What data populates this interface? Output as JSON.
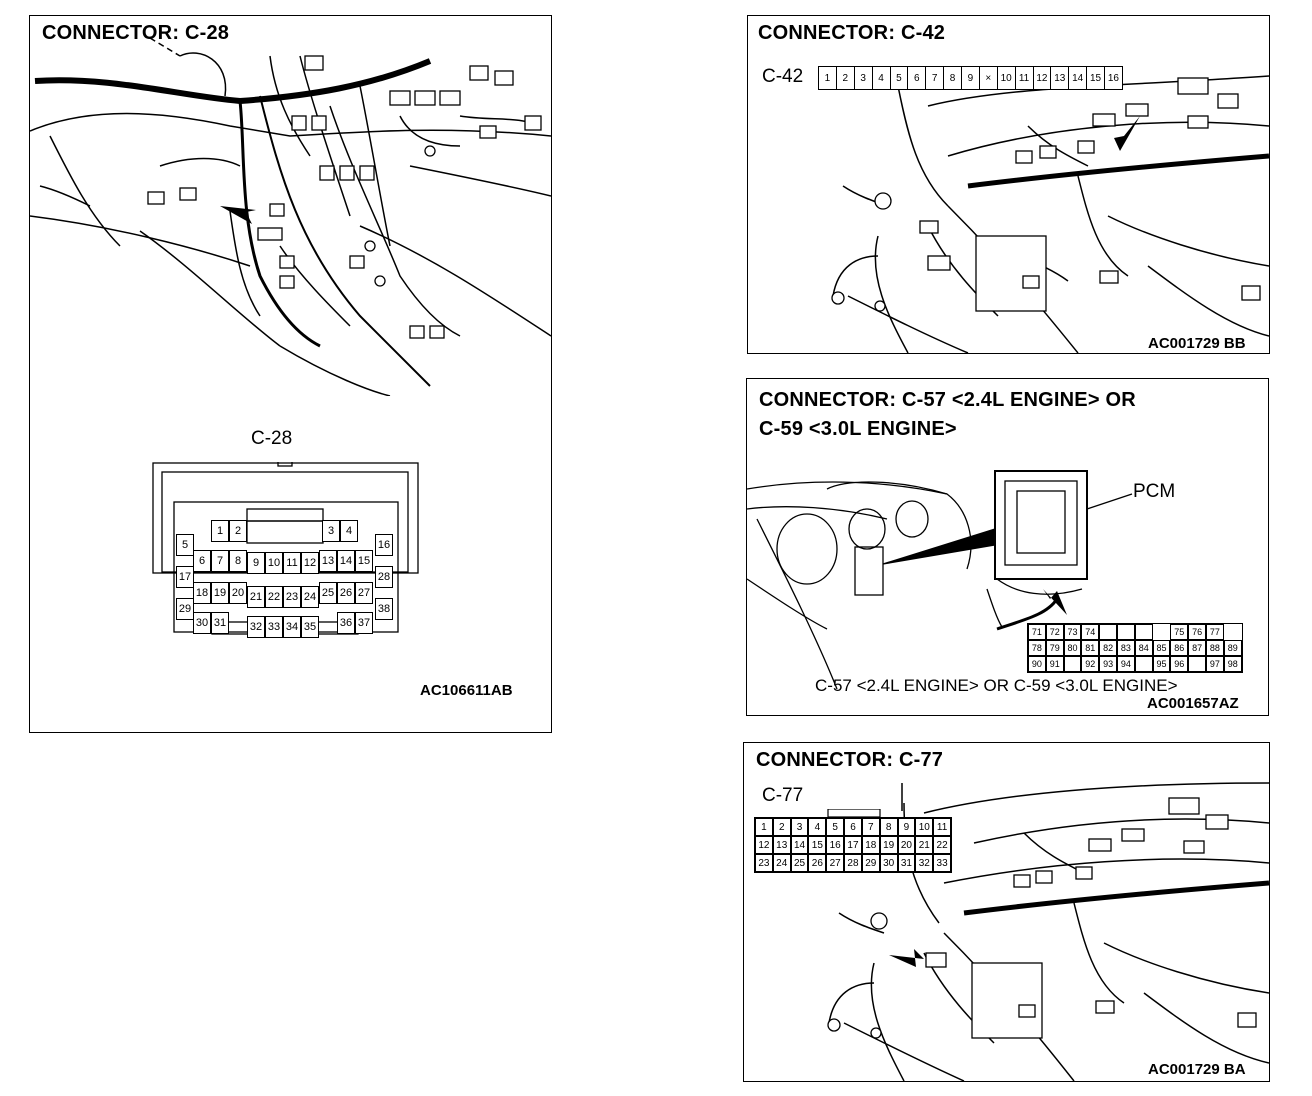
{
  "panels": {
    "c28": {
      "title": "CONNECTOR: C-28",
      "connector_label": "C-28",
      "figure_code": "AC106611AB",
      "pins": [
        "1",
        "2",
        "3",
        "4",
        "5",
        "6",
        "7",
        "8",
        "9",
        "10",
        "11",
        "12",
        "13",
        "14",
        "15",
        "16",
        "17",
        "18",
        "19",
        "20",
        "21",
        "22",
        "23",
        "24",
        "25",
        "26",
        "27",
        "28",
        "29",
        "30",
        "31",
        "32",
        "33",
        "34",
        "35",
        "36",
        "37",
        "38"
      ]
    },
    "c42": {
      "title": "CONNECTOR: C-42",
      "connector_label": "C-42",
      "figure_code": "AC001729 BB",
      "pins": [
        "1",
        "2",
        "3",
        "4",
        "5",
        "6",
        "7",
        "8",
        "9",
        "×",
        "10",
        "11",
        "12",
        "13",
        "14",
        "15",
        "16"
      ]
    },
    "c57": {
      "title_line1": "CONNECTOR: C-57 <2.4L ENGINE> OR",
      "title_line2": "C-59 <3.0L ENGINE>",
      "pcm_label": "PCM",
      "caption": "C-57 <2.4L ENGINE> OR C-59 <3.0L ENGINE>",
      "figure_code": "AC001657AZ",
      "rows": [
        [
          "71",
          "72",
          "73",
          "74",
          "",
          "",
          "",
          "75",
          "76",
          "77"
        ],
        [
          "78",
          "79",
          "80",
          "81",
          "82",
          "83",
          "84",
          "85",
          "86",
          "87",
          "88",
          "89"
        ],
        [
          "90",
          "91",
          "",
          "92",
          "93",
          "94",
          "",
          "95",
          "96",
          "",
          "97",
          "98"
        ]
      ]
    },
    "c77": {
      "title": "CONNECTOR: C-77",
      "connector_label": "C-77",
      "figure_code": "AC001729 BA",
      "rows": [
        [
          "1",
          "2",
          "3",
          "4",
          "5",
          "6",
          "7",
          "8",
          "9",
          "10",
          "11"
        ],
        [
          "12",
          "13",
          "14",
          "15",
          "16",
          "17",
          "18",
          "19",
          "20",
          "21",
          "22"
        ],
        [
          "23",
          "24",
          "25",
          "26",
          "27",
          "28",
          "29",
          "30",
          "31",
          "32",
          "33"
        ]
      ]
    }
  }
}
